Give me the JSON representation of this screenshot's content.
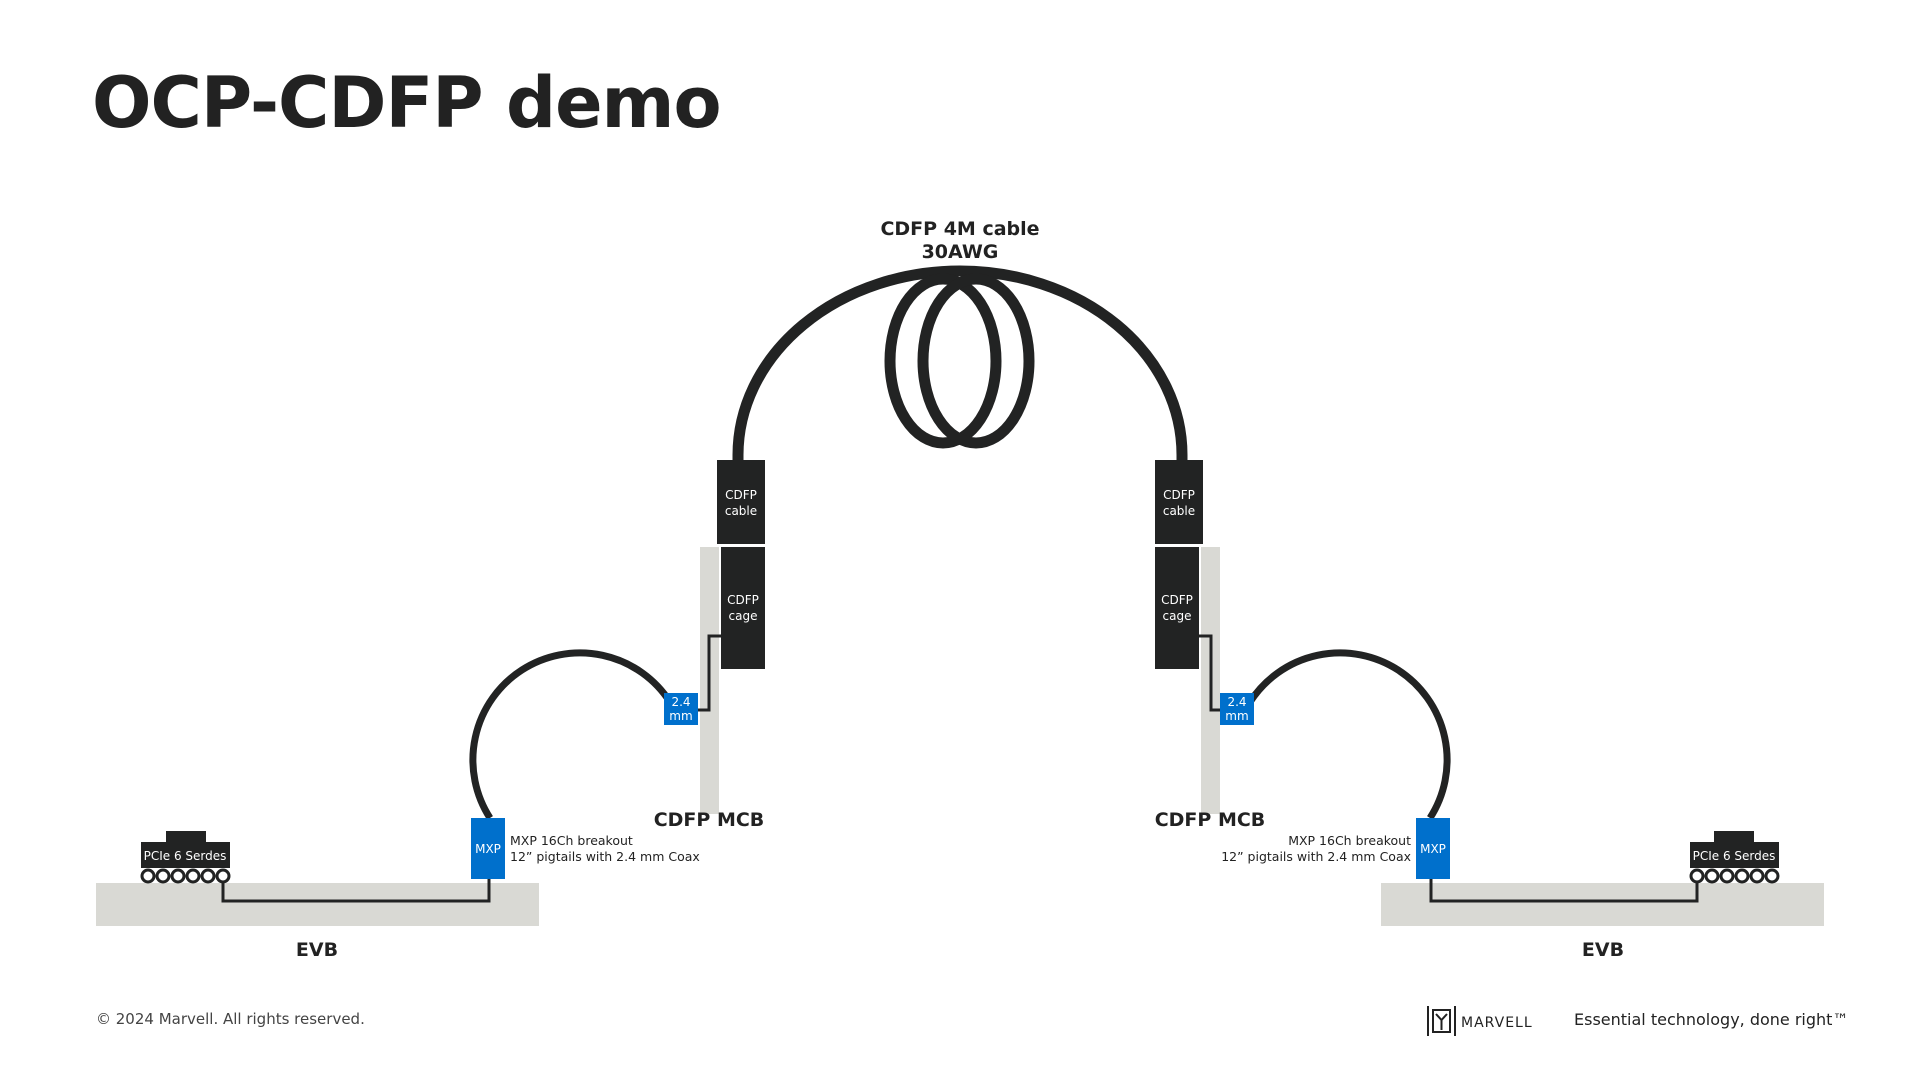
{
  "title": "OCP-CDFP demo",
  "cable": {
    "line1": "CDFP 4M cable",
    "line2": "30AWG"
  },
  "left": {
    "cdfp_cable": [
      "CDFP",
      "cable"
    ],
    "cdfp_cage": [
      "CDFP",
      "cage"
    ],
    "coax": [
      "2.4",
      "mm"
    ],
    "mcb_label": "CDFP MCB",
    "mxp": "MXP",
    "mxp_caption": [
      "MXP 16Ch breakout",
      "12” pigtails with 2.4 mm Coax"
    ],
    "chip": "PCIe 6 Serdes",
    "evb_label": "EVB"
  },
  "right": {
    "cdfp_cable": [
      "CDFP",
      "cable"
    ],
    "cdfp_cage": [
      "CDFP",
      "cage"
    ],
    "coax": [
      "2.4",
      "mm"
    ],
    "mcb_label": "CDFP MCB",
    "mxp": "MXP",
    "mxp_caption": [
      "MXP 16Ch breakout",
      "12” pigtails with 2.4 mm Coax"
    ],
    "chip": "PCIe 6 Serdes",
    "evb_label": "EVB"
  },
  "footer": {
    "copyright": "© 2024 Marvell. All rights reserved.",
    "logo_text": "MARVELL",
    "tagline": "Essential technology, done right™"
  },
  "colors": {
    "dark": "#222323",
    "blue": "#0070cc",
    "gray": "#d9d9d4"
  }
}
